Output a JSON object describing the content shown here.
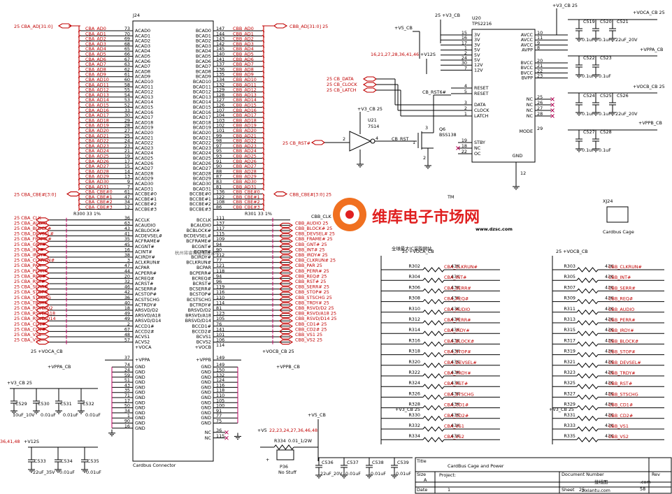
{
  "conn": {
    "ref": "J24",
    "name": "Cardbus Connector",
    "bus_a_label": "25  CBA_AD[31:0]",
    "bus_b_label": "CBB_AD[31:0]  25",
    "cbe_a_label": "25  CBA_CBE#[3:0]",
    "cbe_b_label": "CBB_CBE#[3:0]  25",
    "rows_top": [
      {
        "ln": "CBA_AD0",
        "lp": "73",
        "lpin": "ACAD0",
        "rpin": "BCAD0",
        "rp": "147",
        "rn": "CBB_AD0"
      },
      {
        "ln": "CBA_AD1",
        "lp": "70",
        "lpin": "ACAD1",
        "rpin": "BCAD1",
        "rp": "144",
        "rn": "CBB_AD1"
      },
      {
        "ln": "CBA_AD2",
        "lp": "69",
        "lpin": "ACAD2",
        "rpin": "BCAD2",
        "rp": "143",
        "rn": "CBB_AD2"
      },
      {
        "ln": "CBA_AD3",
        "lp": "68",
        "lpin": "ACAD3",
        "rpin": "BCAD3",
        "rp": "142",
        "rn": "CBB_AD3"
      },
      {
        "ln": "CBA_AD4",
        "lp": "65",
        "lpin": "ACAD4",
        "rpin": "BCAD4",
        "rp": "145",
        "rn": "CBB_AD4"
      },
      {
        "ln": "CBA_AD5",
        "lp": "66",
        "lpin": "ACAD5",
        "rpin": "BCAD5",
        "rp": "140",
        "rn": "CBB_AD5"
      },
      {
        "ln": "CBA_AD6",
        "lp": "67",
        "lpin": "ACAD6",
        "rpin": "BCAD6",
        "rp": "141",
        "rn": "CBB_AD6"
      },
      {
        "ln": "CBA_AD7",
        "lp": "63",
        "lpin": "ACAD7",
        "rpin": "BCAD7",
        "rp": "137",
        "rn": "CBB_AD7"
      },
      {
        "ln": "CBA_AD8",
        "lp": "62",
        "lpin": "ACAD8",
        "rpin": "BCAD8",
        "rp": "136",
        "rn": "CBB_AD8"
      },
      {
        "ln": "CBA_AD9",
        "lp": "61",
        "lpin": "ACAD9",
        "rpin": "BCAD9",
        "rp": "135",
        "rn": "CBB_AD9"
      },
      {
        "ln": "CBA_AD10",
        "lp": "60",
        "lpin": "ACAD10",
        "rpin": "BCAD10",
        "rp": "134",
        "rn": "CBB_AD10"
      },
      {
        "ln": "CBA_AD11",
        "lp": "58",
        "lpin": "ACAD11",
        "rpin": "BCAD11",
        "rp": "132",
        "rn": "CBB_AD11"
      },
      {
        "ln": "CBA_AD12",
        "lp": "55",
        "lpin": "ACAD12",
        "rpin": "BCAD12",
        "rp": "129",
        "rn": "CBB_AD12"
      },
      {
        "ln": "CBA_AD13",
        "lp": "54",
        "lpin": "ACAD13",
        "rpin": "BCAD13",
        "rp": "128",
        "rn": "CBB_AD13"
      },
      {
        "ln": "CBA_AD14",
        "lp": "53",
        "lpin": "ACAD14",
        "rpin": "BCAD14",
        "rp": "127",
        "rn": "CBB_AD14"
      },
      {
        "ln": "CBA_AD15",
        "lp": "52",
        "lpin": "ACAD15",
        "rpin": "BCAD15",
        "rp": "126",
        "rn": "CBB_AD15"
      },
      {
        "ln": "CBA_AD16",
        "lp": "33",
        "lpin": "ACAD16",
        "rpin": "BCAD16",
        "rp": "107",
        "rn": "CBB_AD16"
      },
      {
        "ln": "CBA_AD17",
        "lp": "30",
        "lpin": "ACAD17",
        "rpin": "BCAD17",
        "rp": "104",
        "rn": "CBB_AD17"
      },
      {
        "ln": "CBA_AD18",
        "lp": "29",
        "lpin": "ACAD18",
        "rpin": "BCAD18",
        "rp": "103",
        "rn": "CBB_AD18"
      },
      {
        "ln": "CBA_AD19",
        "lp": "28",
        "lpin": "ACAD19",
        "rpin": "BCAD19",
        "rp": "102",
        "rn": "CBB_AD19"
      },
      {
        "ln": "CBA_AD20",
        "lp": "27",
        "lpin": "ACAD20",
        "rpin": "BCAD20",
        "rp": "101",
        "rn": "CBB_AD20"
      },
      {
        "ln": "CBA_AD21",
        "lp": "25",
        "lpin": "ACAD21",
        "rpin": "BCAD21",
        "rp": "99",
        "rn": "CBB_AD21"
      },
      {
        "ln": "CBA_AD22",
        "lp": "24",
        "lpin": "ACAD22",
        "rpin": "BCAD22",
        "rp": "98",
        "rn": "CBB_AD22"
      },
      {
        "ln": "CBA_AD23",
        "lp": "23",
        "lpin": "ACAD23",
        "rpin": "BCAD23",
        "rp": "97",
        "rn": "CBB_AD23"
      },
      {
        "ln": "CBA_AD24",
        "lp": "21",
        "lpin": "ACAD24",
        "rpin": "BCAD24",
        "rp": "95",
        "rn": "CBB_AD24"
      },
      {
        "ln": "CBA_AD25",
        "lp": "19",
        "lpin": "ACAD25",
        "rpin": "BCAD25",
        "rp": "93",
        "rn": "CBB_AD25"
      },
      {
        "ln": "CBA_AD26",
        "lp": "17",
        "lpin": "ACAD26",
        "rpin": "BCAD26",
        "rp": "91",
        "rn": "CBB_AD26"
      },
      {
        "ln": "CBA_AD27",
        "lp": "15",
        "lpin": "ACAD27",
        "rpin": "BCAD27",
        "rp": "90",
        "rn": "CBB_AD27"
      },
      {
        "ln": "CBA_AD28",
        "lp": "14",
        "lpin": "ACAD28",
        "rpin": "BCAD28",
        "rp": "88",
        "rn": "CBB_AD28"
      },
      {
        "ln": "CBA_AD29",
        "lp": "13",
        "lpin": "ACAD29",
        "rpin": "BCAD29",
        "rp": "87",
        "rn": "CBB_AD29"
      },
      {
        "ln": "CBA_AD30",
        "lp": "9",
        "lpin": "ACAD30",
        "rpin": "BCAD30",
        "rp": "83",
        "rn": "CBB_AD30"
      },
      {
        "ln": "CBA_AD31",
        "lp": "7",
        "lpin": "ACAD31",
        "rpin": "BCAD31",
        "rp": "81",
        "rn": "CBB_AD31"
      },
      {
        "ln": "CBA_CBE#0",
        "lp": "61",
        "lpin": "ACCBE#0",
        "rpin": "BCCBE#0",
        "rp": "136",
        "rn": "CBB_CBE#0"
      },
      {
        "ln": "CBA_CBE#1",
        "lp": "47",
        "lpin": "ACCBE#1",
        "rpin": "BCCBE#1",
        "rp": "122",
        "rn": "CBB_CBE#1"
      },
      {
        "ln": "CBA_CBE#2",
        "lp": "34",
        "lpin": "ACCBE#2",
        "rpin": "BCCBE#2",
        "rp": "108",
        "rn": "CBB_CBE#2"
      },
      {
        "ln": "CBA_CBE#3",
        "lp": "12",
        "lpin": "ACCBE#3",
        "rpin": "BCCBE#3",
        "rp": "86",
        "rn": "CBB_CBE#3"
      }
    ],
    "r300": "R300   33   1%",
    "r301": "R301   33   1%",
    "cbb_clk_tag": "CBB_CLK",
    "rows_ctl": [
      {
        "ln": "25  CBA_CLK",
        "lp": "36",
        "lpin": "ACCLK",
        "rpin": "BCCLK",
        "rp": "111",
        "rn": ""
      },
      {
        "ln": "25  CBA_AUDIO",
        "lp": "63",
        "lpin": "ACAUDIO",
        "rpin": "BCAUDIO",
        "rp": "137",
        "rn": "CBB_AUDIO  25"
      },
      {
        "ln": "25  CBA_BLOCK#",
        "lp": "43",
        "lpin": "ACBLOCK#",
        "rpin": "BCBLOCK#",
        "rp": "117",
        "rn": "CBB_BLOCK#  25"
      },
      {
        "ln": "25  CBA_DEVSEL#",
        "lp": "41",
        "lpin": "ACDEVSEL#",
        "rpin": "BCDEVSEL#",
        "rp": "115",
        "rn": "CBB_DEVSEL#  25"
      },
      {
        "ln": "25  CBA_FRAME#",
        "lp": "35",
        "lpin": "ACFRAME#",
        "rpin": "BCFRAME#",
        "rp": "109",
        "rn": "CBB_FRAME#  25"
      },
      {
        "ln": "25  CBA_GNT#",
        "lp": "45",
        "lpin": "ACGNT#",
        "rpin": "BCGNT#",
        "rp": "94",
        "rn": "CBB_GNT#  25"
      },
      {
        "ln": "25  CBA_INT#",
        "lp": "16",
        "lpin": "ACINT#",
        "rpin": "BCINT#",
        "rp": "90",
        "rn": "CBB_INT#  25"
      },
      {
        "ln": "25  CBA_IRDY#",
        "lp": "38",
        "lpin": "ACIRDY#",
        "rpin": "BCIRDY#",
        "rp": "112",
        "rn": "CBB_IRDY#  25"
      },
      {
        "ln": "25  CBA_CLKRUN#",
        "lp": "3",
        "lpin": "ACLKRUN#",
        "rpin": "BCLKRUN#",
        "rp": "77",
        "rn": "CBB_CLKRUN#  25"
      },
      {
        "ln": "25  CBA_PAR",
        "lp": "47",
        "lpin": "ACPAR",
        "rpin": "BCPAR",
        "rp": "121",
        "rn": "CBB_PAR  25"
      },
      {
        "ln": "25  CBA_PERR#",
        "lp": "44",
        "lpin": "ACPERR#",
        "rpin": "BCPERR#",
        "rp": "118",
        "rn": "CBB_PERR#  25"
      },
      {
        "ln": "25  CBA_REQ#",
        "lp": "20",
        "lpin": "ACREQ#",
        "rpin": "BCREQ#",
        "rp": "94",
        "rn": "CBB_REQ#  25"
      },
      {
        "ln": "25  CBA_RST#",
        "lp": "32",
        "lpin": "ACRST#",
        "rpin": "BCRST#",
        "rp": "96",
        "rn": "CBB_RST#  25"
      },
      {
        "ln": "25  CBA_SERR#",
        "lp": "46",
        "lpin": "ACSERR#",
        "rpin": "BCSERR#",
        "rp": "119",
        "rn": "CBB_SERR#  25"
      },
      {
        "ln": "25  CBA_STOP#",
        "lp": "42",
        "lpin": "ACSTOP#",
        "rpin": "BCSTOP#",
        "rp": "116",
        "rn": "CBB_STOP#  25"
      },
      {
        "ln": "25  CBA_STSCHG",
        "lp": "36",
        "lpin": "ACSTSCHG",
        "rpin": "BCSTSCHG",
        "rp": "110",
        "rn": "CBB_STSCHG  25"
      },
      {
        "ln": "25  CBA_TRDY#",
        "lp": "40",
        "lpin": "ACTRDY#",
        "rpin": "BCTRDY#",
        "rp": "114",
        "rn": "CBB_TRDY#  25"
      },
      {
        "ln": "25  CBA_RSVD/D2",
        "lp": "18",
        "lpin": "ARSVD/D2",
        "rpin": "BRSVD/D2",
        "rp": "81",
        "rn": "CBB_RSVD/D2  25"
      },
      {
        "ln": "25  CBA_RSVD/A18",
        "lp": "49",
        "lpin": "ARSVD/A18",
        "rpin": "BRSVD/A18",
        "rp": "123",
        "rn": "CBB_RSVD/A18  25"
      },
      {
        "ln": "25  CBA_RSVD/D14",
        "lp": "49",
        "lpin": "ARSVD/D14",
        "rpin": "BRSVD/D14",
        "rp": "105",
        "rn": "CBB_RSVD/D14  25"
      },
      {
        "ln": "25  CBA_CD1#",
        "lp": "2",
        "lpin": "ACCD1#",
        "rpin": "BCCD1#",
        "rp": "76",
        "rn": "CBB_CD1#  25"
      },
      {
        "ln": "25  CBA_CD2#",
        "lp": "67",
        "lpin": "ACCD2#",
        "rpin": "BCCD2#",
        "rp": "141",
        "rn": "CBB_CD2#  25"
      },
      {
        "ln": "25  CBA_VS1",
        "lp": "48",
        "lpin": "ACVS1",
        "rpin": "BCVS1",
        "rp": "101",
        "rn": "CBB_VS1  25"
      },
      {
        "ln": "25  CBA_VS2",
        "lp": "57",
        "lpin": "ACVS2",
        "rpin": "BCVS2",
        "rp": "106",
        "rn": "CBB_VS2  25"
      }
    ],
    "vcc_a": "25  +VOCA_CB",
    "vcc_b": "+VOCB_CB  25",
    "vcca_pin": "+VOCA",
    "vccb_pin": "+VOCB",
    "vcca_num": "",
    "vccb_num": "114",
    "vppa_net": "+VPPA_CB",
    "vppb_net": "+VPPB_CB",
    "vppa_pin": "+VPPA",
    "vppb_pin": "+VPPB",
    "vppa_num": "37",
    "vppb_num": "149",
    "gnd_left": [
      "74",
      "24",
      "59",
      "51",
      "43",
      "35",
      "71",
      "17",
      "50",
      "34",
      "1",
      "90",
      "16"
    ],
    "gnd_right": [
      "149",
      "150",
      "132",
      "124",
      "116",
      "118",
      "110",
      "105",
      "100",
      "91",
      "77",
      "75"
    ],
    "nc_pins": [
      "36",
      "115"
    ],
    "gnd": "GND",
    "nc": "NC"
  },
  "u20": {
    "ref": "U20",
    "part": "TPS2216",
    "v3_top": "25  +V3_CB",
    "v5": "+V5_CB",
    "v12": "+V12S",
    "pins_3v_nets": "16,21,27,28,36,41,46",
    "left_pins": [
      {
        "n": "15",
        "name": "3V"
      },
      {
        "n": "16",
        "name": "3V"
      },
      {
        "n": "17",
        "name": "3V"
      },
      {
        "n": "1",
        "name": "5V"
      },
      {
        "n": "2",
        "name": "5V"
      },
      {
        "n": "24",
        "name": "5V"
      },
      {
        "n": "30",
        "name": "12V"
      },
      {
        "n": "7",
        "name": "12V"
      }
    ],
    "ctrl_pins": [
      {
        "n": "4",
        "name": "RESET"
      },
      {
        "n": "5",
        "name": "RESET"
      },
      {
        "n": "3",
        "name": "DATA"
      },
      {
        "n": "2",
        "name": "CLOCK"
      },
      {
        "n": "1",
        "name": "LATCH"
      }
    ],
    "misc_pins": [
      {
        "n": "19",
        "name": "STBY"
      },
      {
        "n": "18",
        "name": "NC"
      },
      {
        "n": "22",
        "name": "OC"
      }
    ],
    "right_pins": [
      {
        "n": "10",
        "name": "AVCC"
      },
      {
        "n": "11",
        "name": "AVCC"
      },
      {
        "n": "9",
        "name": "AVCC"
      },
      {
        "n": "8",
        "name": "AVPP"
      },
      {
        "n": "20",
        "name": "BVCC"
      },
      {
        "n": "21",
        "name": "BVCC"
      },
      {
        "n": "22",
        "name": "BVCC"
      },
      {
        "n": "23",
        "name": "BVPP"
      }
    ],
    "nc_right": [
      {
        "n": "25"
      },
      {
        "n": "26"
      },
      {
        "n": "27"
      },
      {
        "n": "28"
      }
    ],
    "mode": "MODE",
    "mode_pin": "29",
    "gnd_label": "GND",
    "gnd_pin": "12",
    "data_nets": [
      "25  CB_DATA",
      "25  CB_CLOCK",
      "25  CB_LATCH"
    ],
    "rst_net": "CB_RST6#"
  },
  "u21": {
    "ref": "U21",
    "part": "7S14",
    "vcc": "+V3_CB  25",
    "in_net": "25  CB_RST#",
    "in_pin": "2",
    "out_pin": "4",
    "out_net": "CB_RST"
  },
  "q6": {
    "ref": "Q6",
    "part": "BSS138",
    "pins": [
      "3",
      "1",
      "2"
    ]
  },
  "right_caps": {
    "vcca_top": "+V3_CB  25",
    "vocca": "+VOCA_CB  25",
    "vppa": "+VPPA_CB",
    "voccb": "+VOCB_CB  25",
    "vppb": "+VPPB_CB",
    "caps_a": [
      {
        "ref": "C519",
        "val": "0.1uF"
      },
      {
        "ref": "C520",
        "val": "0.1uF"
      },
      {
        "ref": "C521",
        "val": "22uF_20V"
      }
    ],
    "caps_a2": [
      {
        "ref": "C522",
        "val": "0.1uF"
      },
      {
        "ref": "C523",
        "val": "0.1uF"
      }
    ],
    "caps_b": [
      {
        "ref": "C524",
        "val": "0.1uF"
      },
      {
        "ref": "C525",
        "val": "0.1uF"
      },
      {
        "ref": "C526",
        "val": "22uF_20V"
      }
    ],
    "caps_b2": [
      {
        "ref": "C527",
        "val": "0.1uF"
      },
      {
        "ref": "C528",
        "val": "0.1uF"
      }
    ]
  },
  "xj24": {
    "ref": "XJ24",
    "name": "Cardbus Cage"
  },
  "pullups_a": {
    "rail": "25  +VOCA_CB",
    "rail2": "+V3_CB  25",
    "items": [
      {
        "ref": "R302",
        "val": "43K",
        "net": "CBA_CLKRUN#"
      },
      {
        "ref": "R304",
        "val": "43K",
        "net": "CBA_INT#"
      },
      {
        "ref": "R306",
        "val": "43K",
        "net": "CBA_SERR#"
      },
      {
        "ref": "R308",
        "val": "43K",
        "net": "CBA_REQ#"
      },
      {
        "ref": "R310",
        "val": "43K",
        "net": "CBA_AUDIO"
      },
      {
        "ref": "R312",
        "val": "43K",
        "net": "CBA_PERR#"
      },
      {
        "ref": "R314",
        "val": "43K",
        "net": "CBA_IRDY#"
      },
      {
        "ref": "R316",
        "val": "43K",
        "net": "CBA_BLOCK#"
      },
      {
        "ref": "R318",
        "val": "43K",
        "net": "CBA_STOP#"
      },
      {
        "ref": "R320",
        "val": "43K",
        "net": "CBA_DEVSEL#"
      },
      {
        "ref": "R322",
        "val": "43K",
        "net": "CBA_TRDY#"
      },
      {
        "ref": "R324",
        "val": "43K",
        "net": "CBA_RST#"
      },
      {
        "ref": "R326",
        "val": "43K",
        "net": "CBA_STSCHG"
      },
      {
        "ref": "R328",
        "val": "43K",
        "net": "CBA_CD1#"
      },
      {
        "ref": "R330",
        "val": "43K",
        "net": "CBA_CD2#"
      },
      {
        "ref": "R332",
        "val": "43K",
        "net": "CBA_VS1"
      },
      {
        "ref": "R334",
        "val": "43K",
        "net": "CBA_VS2"
      }
    ]
  },
  "pullups_b": {
    "rail": "25  +VOCB_CB",
    "rail2": "+V3_CB  25",
    "items": [
      {
        "ref": "R303",
        "val": "43K",
        "net": "CBB_CLKRUN#"
      },
      {
        "ref": "R305",
        "val": "43K",
        "net": "CBB_INT#"
      },
      {
        "ref": "R307",
        "val": "43K",
        "net": "CBB_SERR#"
      },
      {
        "ref": "R309",
        "val": "43K",
        "net": "CBB_REQ#"
      },
      {
        "ref": "R311",
        "val": "43K",
        "net": "CBB_AUDIO"
      },
      {
        "ref": "R313",
        "val": "43K",
        "net": "CBB_PERR#"
      },
      {
        "ref": "R315",
        "val": "43K",
        "net": "CBB_IRDY#"
      },
      {
        "ref": "R317",
        "val": "43K",
        "net": "CBB_BLOCK#"
      },
      {
        "ref": "R319",
        "val": "43K",
        "net": "CBB_STOP#"
      },
      {
        "ref": "R321",
        "val": "43K",
        "net": "CBB_DEVSEL#"
      },
      {
        "ref": "R323",
        "val": "43K",
        "net": "CBB_TRDY#"
      },
      {
        "ref": "R325",
        "val": "43K",
        "net": "CBB_RST#"
      },
      {
        "ref": "R327",
        "val": "43K",
        "net": "CBB_STSCHG"
      },
      {
        "ref": "R329",
        "val": "43K",
        "net": "CBB_CD1#"
      },
      {
        "ref": "R331",
        "val": "43K",
        "net": "CBB_CD2#"
      },
      {
        "ref": "R333",
        "val": "43K",
        "net": "CBB_VS1"
      },
      {
        "ref": "R335",
        "val": "43K",
        "net": "CBB_VS2"
      }
    ]
  },
  "bottom": {
    "v3": "+V3_CB  25",
    "v12_refs": "36,41,48",
    "v12": "+V12S",
    "caps1": [
      {
        "ref": "C529",
        "val": "10uF_10V"
      },
      {
        "ref": "C530",
        "val": "0.01uF"
      },
      {
        "ref": "C531",
        "val": "0.01uF"
      },
      {
        "ref": "C532",
        "val": "0.01uF"
      }
    ],
    "caps2": [
      {
        "ref": "C533",
        "val": "22uF_35V"
      },
      {
        "ref": "C534",
        "val": "0.01uF"
      },
      {
        "ref": "C535",
        "val": "0.01uF"
      }
    ],
    "v5": "+V5",
    "v5_refs": "22,23,24,27,36,46,48",
    "v5cb": "+V5_CB",
    "r334": "R334",
    "r334_val": "0.01_1/2W",
    "p36": "P36",
    "no_stuff": "No Stuff",
    "caps3": [
      {
        "ref": "C536",
        "val": "22uF_20V"
      },
      {
        "ref": "C537",
        "val": "0.01uF"
      },
      {
        "ref": "C538",
        "val": "0.01uF"
      },
      {
        "ref": "C539",
        "val": "0.01uF"
      }
    ]
  },
  "title_block": {
    "title_label": "Title",
    "title": "CardBus Cage and Power",
    "size_label": "Size",
    "size": "A",
    "project_label": "Project:",
    "doc_label": "Document Number",
    "rev_label": "Rev",
    "date_label": "Date",
    "date_val": "1",
    "sheet_label": "Sheet",
    "sheet_val": "25",
    "of_val": "58"
  },
  "watermark": {
    "brand": "维库电子市场网",
    "url": "www.dzsc.com",
    "tm": "TM",
    "slogan": "全球最大IC采购网站",
    "faint": "杭州将睿科技有限公司",
    "corner": "接线图",
    "corner_url": "zixiantu.com",
    "corner2": ".com"
  },
  "colors": {
    "wire": "#000000",
    "net_red": "#c00000",
    "net_blue": "#1a3aa8",
    "pin_magenta": "#b00050",
    "wm_orange": "#f07020",
    "wm_red": "#e02020"
  }
}
